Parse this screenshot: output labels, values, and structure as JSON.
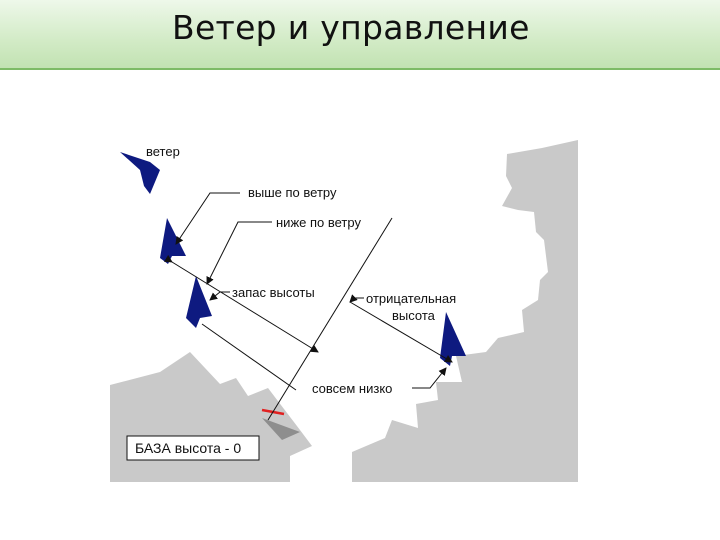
{
  "slide": {
    "title": "Ветер и управление"
  },
  "diagram": {
    "labels": {
      "wind": "ветер",
      "upwind": "выше по ветру",
      "downwind": "ниже по ветру",
      "altitude_margin": "запас высоты",
      "negative_altitude_line1": "отрицательная",
      "negative_altitude_line2": "высота",
      "very_low": "совсем низко",
      "base": "БАЗА высота - 0"
    },
    "colors": {
      "sail": "#0e1a80",
      "terrain": "#c9c9c9",
      "terrain_shadow": "#8e8e8e",
      "title_bar": "#d2ebc6",
      "marker": "#e02020"
    }
  }
}
